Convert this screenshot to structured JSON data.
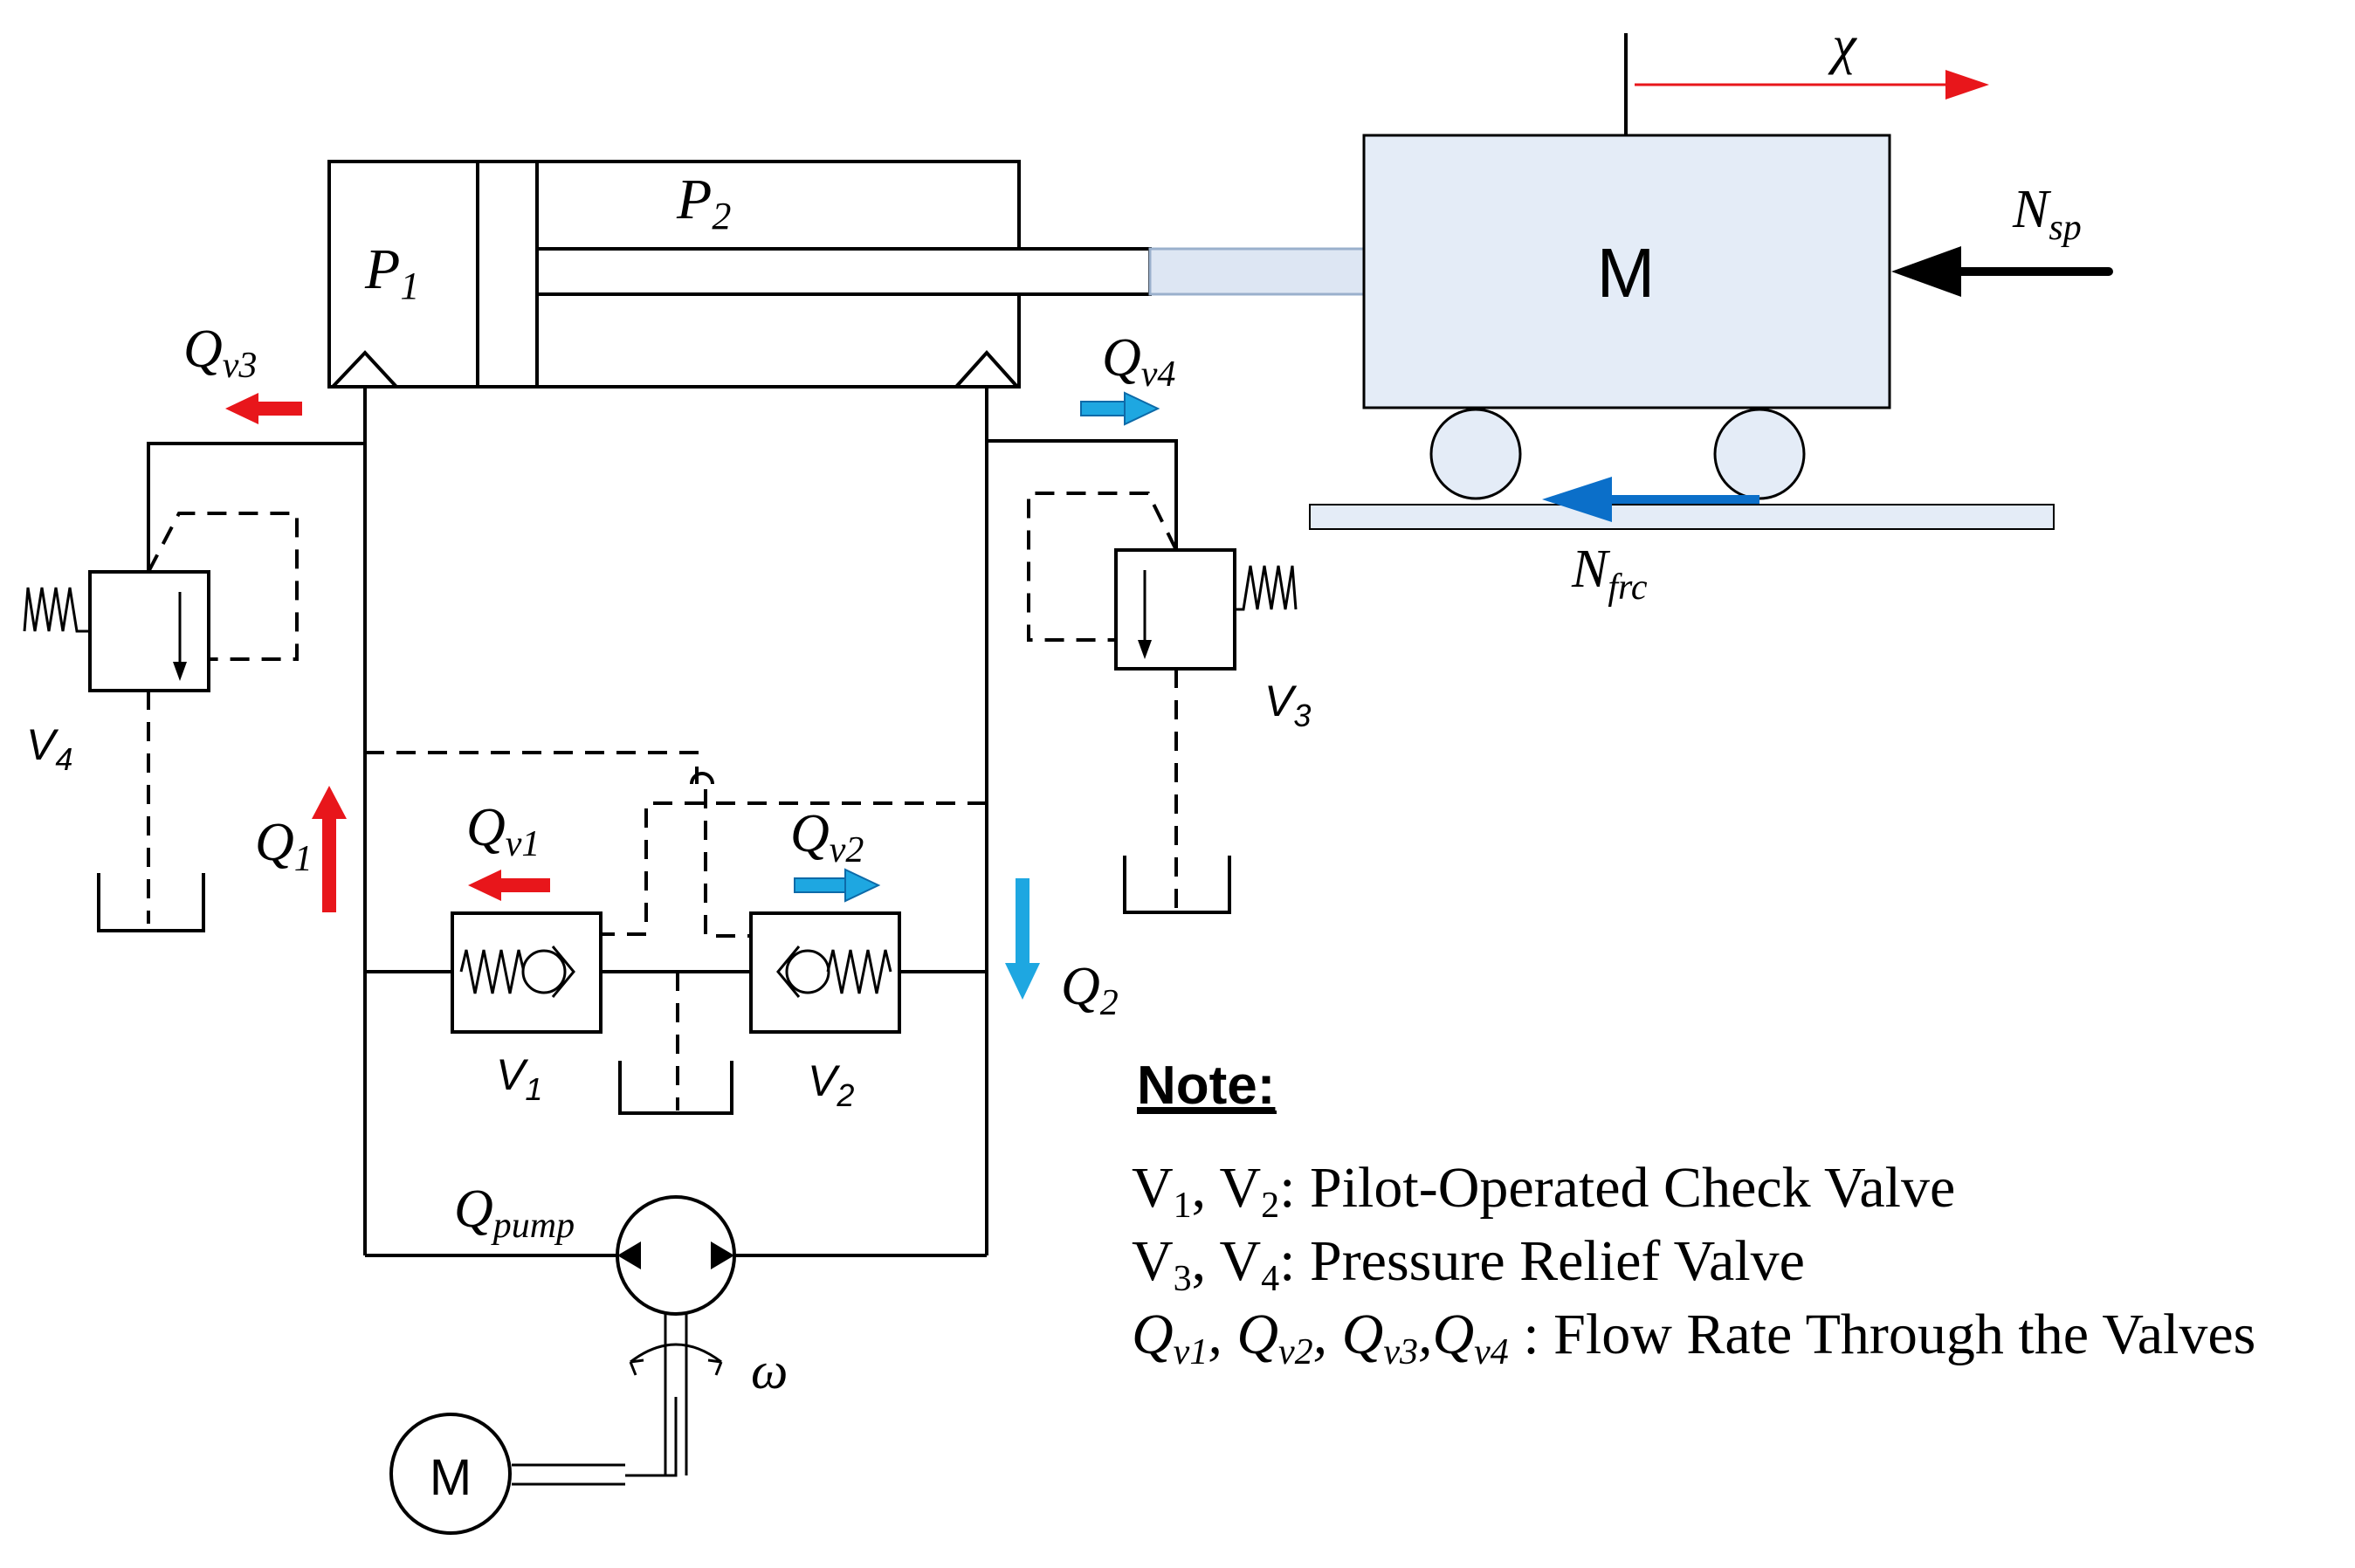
{
  "labels": {
    "p1": "P1",
    "p2": "P2",
    "chi": "χ",
    "mass": "M",
    "motor": "M",
    "n_sp": "Nsp",
    "n_frc": "Nfrc",
    "q_v3": "Qv3",
    "q_v4": "Qv4",
    "q1": "Q1",
    "q2": "Q2",
    "q_v1": "Qv1",
    "q_v2": "Qv2",
    "q_pump": "Qpump",
    "omega": "ω",
    "v1": "V1",
    "v2": "V2",
    "v3": "V3",
    "v4": "V4"
  },
  "note": {
    "heading": "Note:",
    "line1": "V1, V2: Pilot-Operated Check Valve",
    "line2": "V3, V4: Pressure Relief Valve",
    "line3": "Qv1, Qv2, Qv3,Qv4 : Flow Rate Through the Valves"
  },
  "colors": {
    "flow_red": "#e8161b",
    "flow_blue": "#1ea7e1",
    "friction_blue": "#0b6fc9",
    "mass_fill": "#e4ecf7",
    "rod_fill": "#dde6f3",
    "black": "#000000"
  },
  "icons": [
    "pump-icon",
    "motor-icon",
    "check-valve-icon",
    "relief-valve-icon",
    "spring-icon",
    "tank-icon",
    "wheel-icon"
  ]
}
